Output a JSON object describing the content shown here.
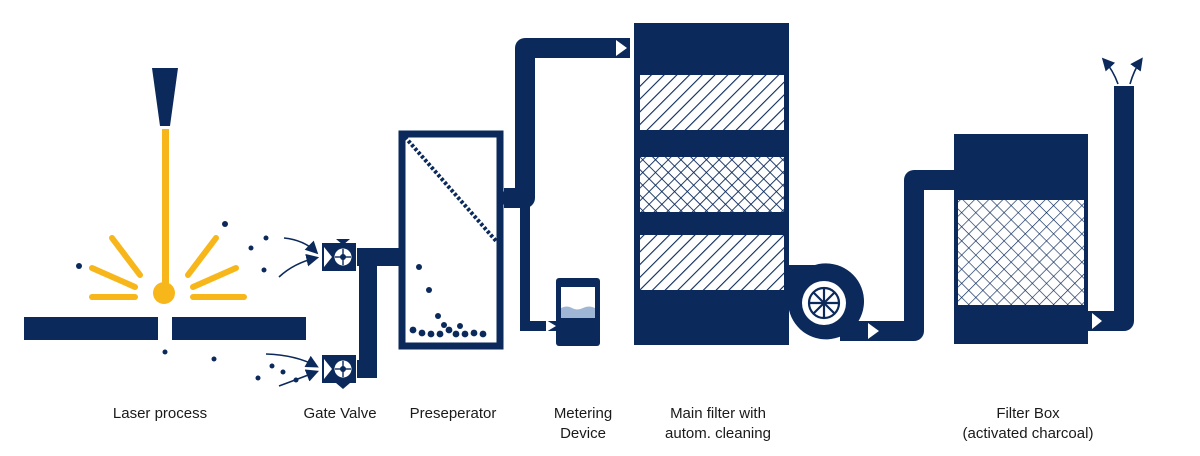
{
  "labels": {
    "laser_process": "Laser process",
    "gate_valve": "Gate Valve",
    "preseperator": "Preseperator",
    "metering_line1": "Metering",
    "metering_line2": "Device",
    "main_filter_line1": "Main filter with",
    "main_filter_line2": "autom. cleaning",
    "filter_box_line1": "Filter Box",
    "filter_box_line2": "(activated charcoal)"
  },
  "colors": {
    "navy": "#0b2a5b",
    "yellow": "#f7b61a",
    "white": "#ffffff"
  }
}
